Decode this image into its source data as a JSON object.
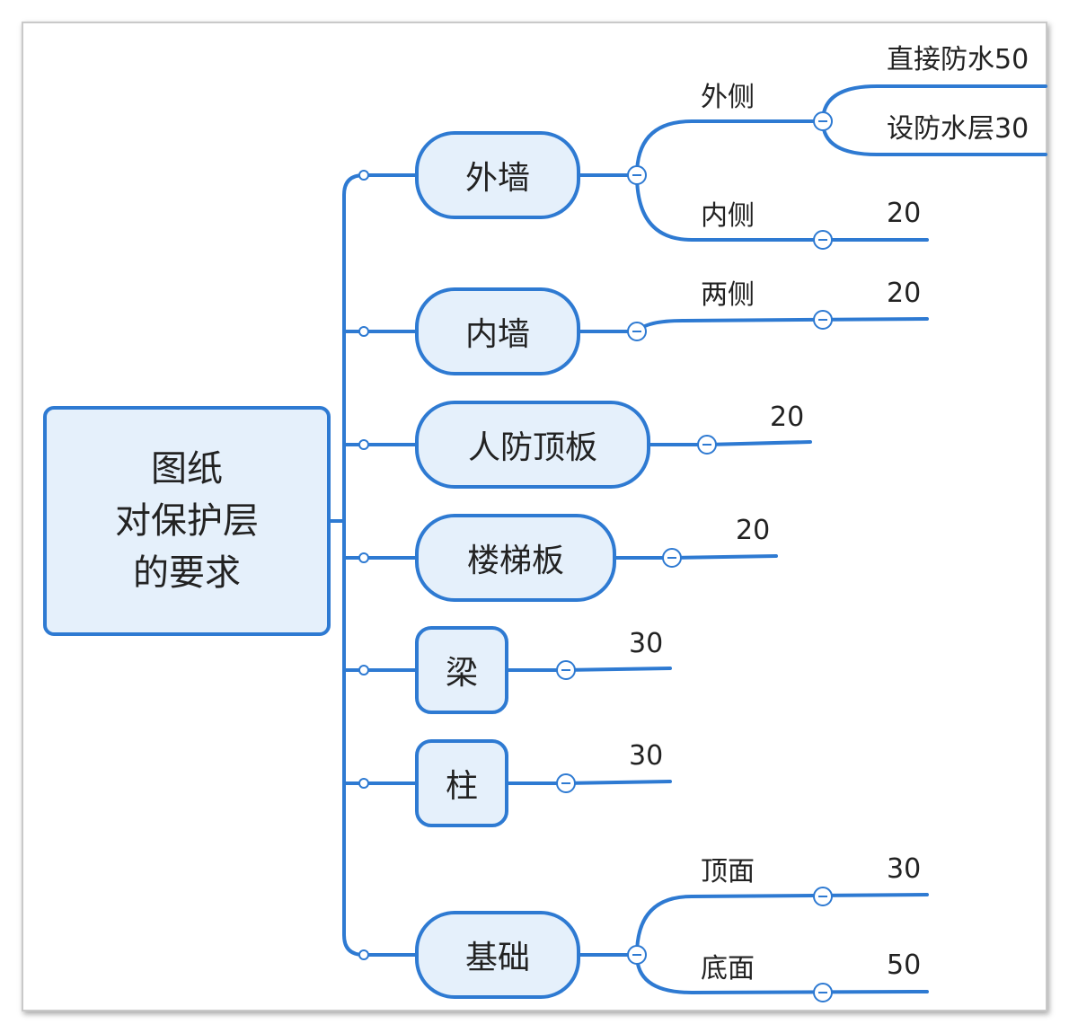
{
  "root": {
    "lines": [
      "图纸",
      "对保护层",
      "的要求"
    ]
  },
  "branches": {
    "waiqiang": {
      "label": "外墙",
      "waice": {
        "label": "外侧",
        "direct": "直接防水50",
        "layer": "设防水层30"
      },
      "neice": {
        "label": "内侧",
        "value": "20"
      }
    },
    "neiqiang": {
      "label": "内墙",
      "liangce": {
        "label": "两侧",
        "value": "20"
      }
    },
    "renfang": {
      "label": "人防顶板",
      "value": "20"
    },
    "louti": {
      "label": "楼梯板",
      "value": "20"
    },
    "liang": {
      "label": "梁",
      "value": "30"
    },
    "zhu": {
      "label": "柱",
      "value": "30"
    },
    "jichu": {
      "label": "基础",
      "top": {
        "label": "顶面",
        "value": "30"
      },
      "bottom": {
        "label": "底面",
        "value": "50"
      }
    }
  },
  "colors": {
    "line": "#2e7ad2",
    "node_fill": "#e5f0fb",
    "text": "#222222"
  },
  "icons": [
    "collapse-minus-icon",
    "connector-dot-icon"
  ]
}
